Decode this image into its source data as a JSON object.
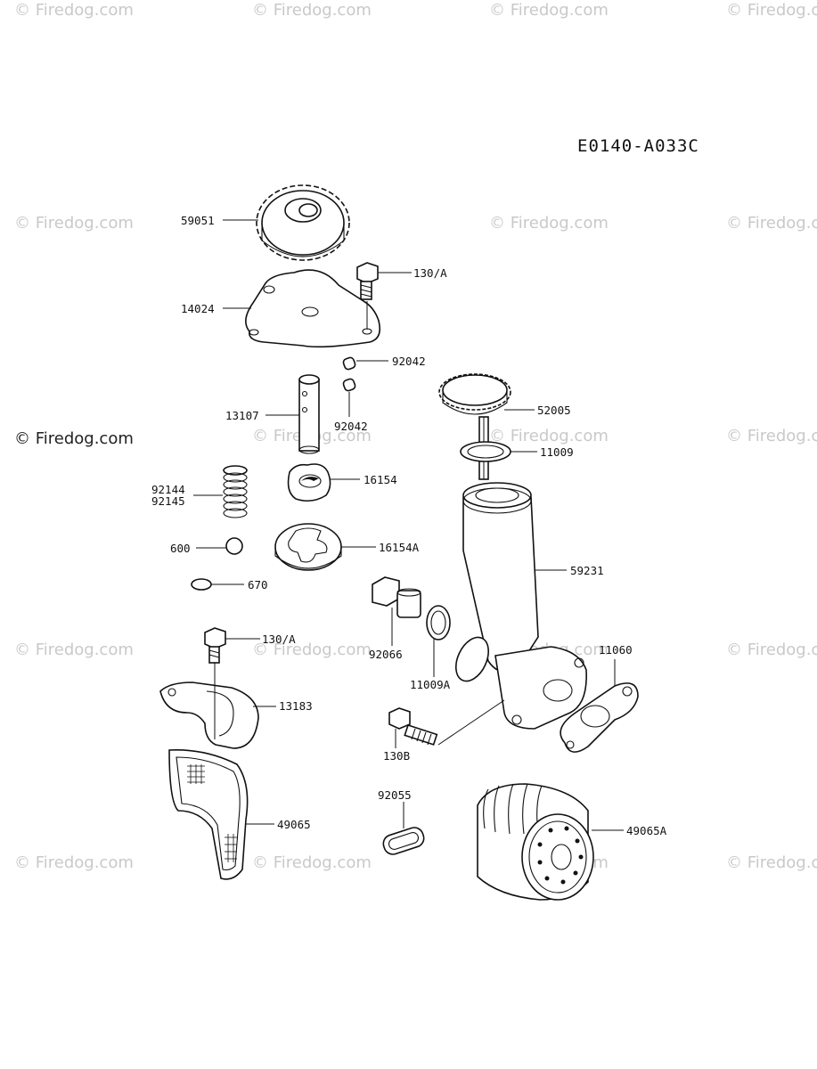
{
  "watermark": "© Firedog.com",
  "diagram_code": "E0140-A033C",
  "parts": {
    "p59051": "59051",
    "p130A_top": "130/A",
    "p14024": "14024",
    "p92042_a": "92042",
    "p92042_b": "92042",
    "p13107": "13107",
    "p52005": "52005",
    "p11009": "11009",
    "p16154": "16154",
    "p92144": "92144",
    "p92145": "92145",
    "p600": "600",
    "p16154A": "16154A",
    "p59231": "59231",
    "p670": "670",
    "p130A_mid": "130/A",
    "p92066": "92066",
    "p11009A": "11009A",
    "p11060": "11060",
    "p13183": "13183",
    "p130B": "130B",
    "p92055": "92055",
    "p49065": "49065",
    "p49065A": "49065A"
  }
}
